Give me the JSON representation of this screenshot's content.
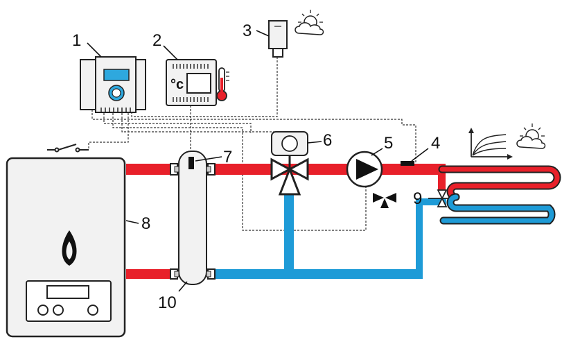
{
  "diagram": {
    "labels": {
      "controller": "1",
      "room_controller": "2",
      "outdoor_sensor": "3",
      "temperature_limiter": "4",
      "circulation_pump": "5",
      "mixing_valve_actuator": "6",
      "header_sensor": "7",
      "boiler": "8",
      "balancing_valve": "9",
      "hydraulic_separator": "10"
    },
    "room_controller_unit": "°c",
    "colors": {
      "supply": "#e8202a",
      "return": "#1e9bd7",
      "outline": "#222222",
      "screen": "#2ea8de",
      "device_fill": "#f2f2f2"
    },
    "icons": [
      "sun-cloud-icon",
      "thermometer-icon",
      "heating-curve-icon",
      "flame-icon",
      "switch-icon"
    ]
  }
}
